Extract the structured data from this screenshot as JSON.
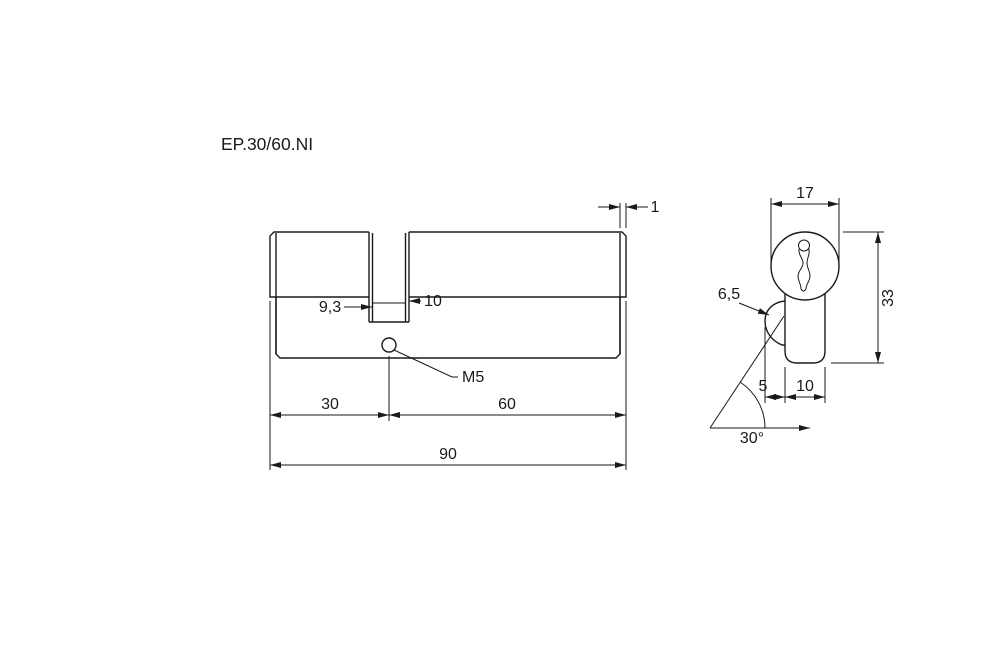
{
  "page": {
    "background": "#ffffff",
    "line_color": "#1a1a1a"
  },
  "drawing": {
    "title": "EP.30/60.NI",
    "side_view": {
      "dim_end_ring": "1",
      "dim_slot_inner": "9,3",
      "dim_slot": "10",
      "screw_label": "M5",
      "dim_left_section": "30",
      "dim_right_section": "60",
      "dim_overall_length": "90"
    },
    "front_view": {
      "dim_diameter": "17",
      "dim_height": "33",
      "dim_cam": "6,5",
      "dim_cam_protrusion": "5",
      "dim_body_width": "10",
      "dim_cam_angle": "30°"
    }
  }
}
